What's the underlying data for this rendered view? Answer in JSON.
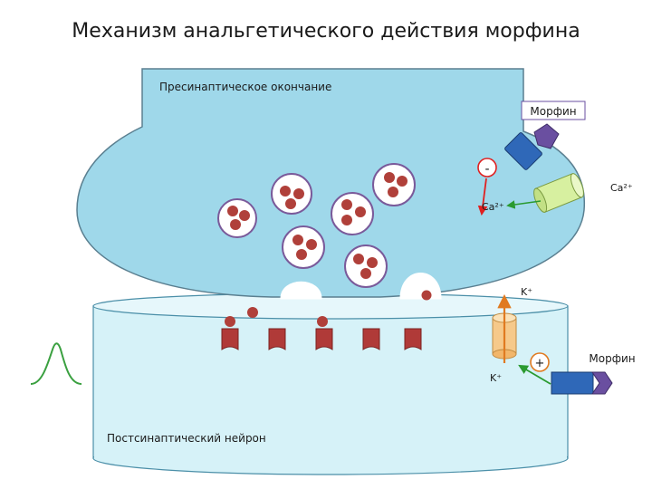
{
  "title": "Механизм анальгетического действия морфина",
  "labels": {
    "presynaptic": "Пресинаптическое окончание",
    "postsynaptic": "Постсинаптический нейрон",
    "morphine_top": "Морфин",
    "morphine_bottom": "Морфин",
    "ca_outside": "Ca²⁺",
    "ca_inside": "Ca²⁺",
    "minus_sign": "-",
    "plus_sign": "+",
    "k_top": "K⁺",
    "k_bottom": "K⁺"
  },
  "colors": {
    "presynaptic_fill": "#9fd8ea",
    "postsynaptic_fill": "#d6f2f8",
    "vesicle_ring": "#7a5a9a",
    "transmitter": "#b0403a",
    "receptor": "#b03a38",
    "receptor_shape": "#2f68b8",
    "morphine_tip": "#6a4fa0",
    "ca_channel": "#d7f0a0",
    "k_channel": "#f6c98a",
    "inhibit_arrow": "#e02020",
    "activate_arrow": "#2a9a30"
  }
}
